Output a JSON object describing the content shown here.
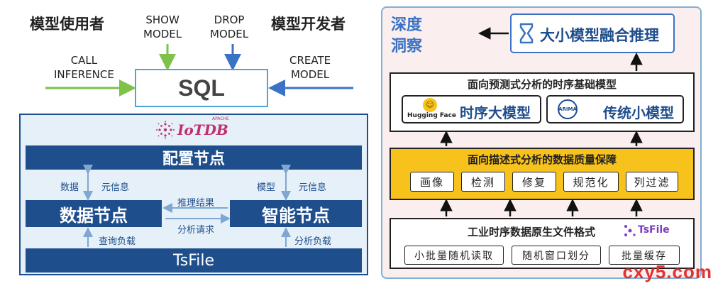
{
  "top": {
    "role_left": "模型使用者",
    "role_right": "模型开发者",
    "show_model": "SHOW\nMODEL",
    "drop_model": "DROP\nMODEL",
    "call_inference": "CALL\nINFERENCE",
    "create_model": "CREATE\nMODEL",
    "sql": "SQL"
  },
  "iotdb": {
    "logo_text": "IoTDB",
    "logo_small": "APACHE",
    "config_node": "配置节点",
    "data_node": "数据节点",
    "ai_node": "智能节点",
    "tsfile": "TsFile",
    "lbl_data": "数据",
    "lbl_meta_left": "元信息",
    "lbl_model": "模型",
    "lbl_meta_right": "元信息",
    "lbl_infer_result": "推理结果",
    "lbl_analysis_req": "分析请求",
    "lbl_query_load": "查询负载",
    "lbl_analysis_load": "分析负载"
  },
  "insight": {
    "title": "深度\n洞察",
    "fusion": "大小模型融合推理",
    "foundation_title": "面向预测式分析的时序基础模型",
    "hf_label": "Hugging Face",
    "large_model": "时序大模型",
    "arima_label": "ARIMA",
    "small_model": "传统小模型",
    "quality_title": "面向描述式分析的数据质量保障",
    "quality_items": [
      "画像",
      "检测",
      "修复",
      "规范化",
      "列过滤"
    ],
    "format_title": "工业时序数据原生文件格式",
    "tsfile_logo": "TsFile",
    "format_items": [
      "小批量随机读取",
      "随机窗口划分",
      "批量缓存"
    ]
  },
  "colors": {
    "navy": "#1f4e8c",
    "green_arrow": "#7ec24a",
    "blue_arrow": "#3b73c4",
    "gold": "#f7c21b",
    "sql_border": "#4aa7d9",
    "watermark": "#e53030"
  },
  "watermark": "cxy5.com"
}
